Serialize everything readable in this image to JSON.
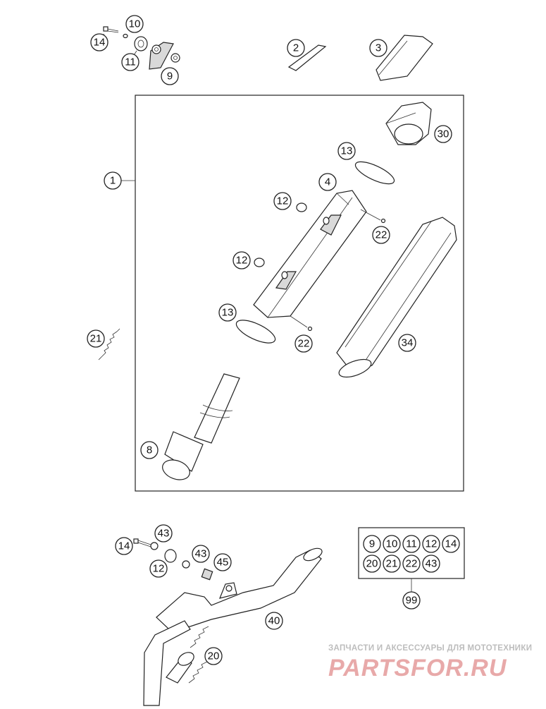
{
  "colors": {
    "line": "#222222",
    "fill": "#ffffff",
    "watermark_text": "#bdbdbd",
    "watermark_brand": "#e8a9a9"
  },
  "callouts": {
    "c14a": "14",
    "c10": "10",
    "c11": "11",
    "c9": "9",
    "c2": "2",
    "c3": "3",
    "c30": "30",
    "c1": "1",
    "c13a": "13",
    "c4": "4",
    "c12a": "12",
    "c22a": "22",
    "c12b": "12",
    "c13b": "13",
    "c22b": "22",
    "c34": "34",
    "c21": "21",
    "c8": "8",
    "c43a": "43",
    "c14b": "14",
    "c43b": "43",
    "c12c": "12",
    "c45": "45",
    "c40": "40",
    "c20": "20",
    "c99": "99"
  },
  "kit": {
    "row1": [
      "9",
      "10",
      "11",
      "12",
      "14"
    ],
    "row2": [
      "20",
      "21",
      "22",
      "43"
    ]
  },
  "watermark": {
    "tagline": "ЗАПЧАСТИ И АКСЕССУАРЫ ДЛЯ МОТОТЕХНИКИ",
    "brand": "PARTSFOR.RU"
  }
}
